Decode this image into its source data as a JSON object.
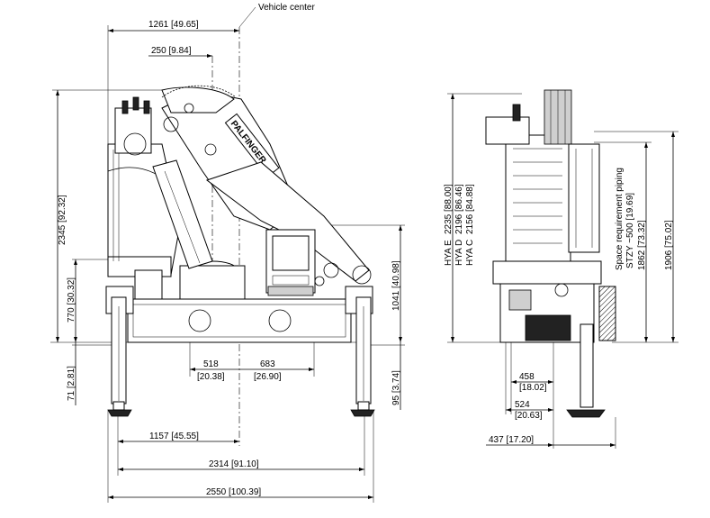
{
  "callout": {
    "vehicle_center": "Vehicle center"
  },
  "brand": {
    "logo_text": "PALFINGER"
  },
  "front_view": {
    "dims": {
      "d_1261": "1261 [49.65]",
      "d_250": "250 [9.84]",
      "d_2345": "2345 [92.32]",
      "d_770": "770 [30.32]",
      "d_71": "71 [2.81]",
      "d_1041": "1041 [40.98]",
      "d_95": "95 [3.74]",
      "d_518": "518\n[20.38]",
      "d_518_a": "518",
      "d_518_b": "[20.38]",
      "d_683_a": "683",
      "d_683_b": "[26.90]",
      "d_1157": "1157 [45.55]",
      "d_2314": "2314 [91.10]",
      "d_2550": "2550 [100.39]"
    }
  },
  "side_view": {
    "dims": {
      "d_458_a": "458",
      "d_458_b": "[18.02]",
      "d_524_a": "524",
      "d_524_b": "[20.63]",
      "d_437": "437 [17.20]",
      "d_1862": "1862 [73.32]",
      "d_1906": "1906 [75.02]"
    },
    "height_table": {
      "labels": [
        "HYA E",
        "HYA D",
        "HYA C"
      ],
      "values": [
        "2235 [88.00]",
        "2196 [86.46]",
        "2156 [84.88]"
      ],
      "space_req_title": "Space requirement piping",
      "space_req_value": "STZY ~500 [19.69]"
    }
  }
}
